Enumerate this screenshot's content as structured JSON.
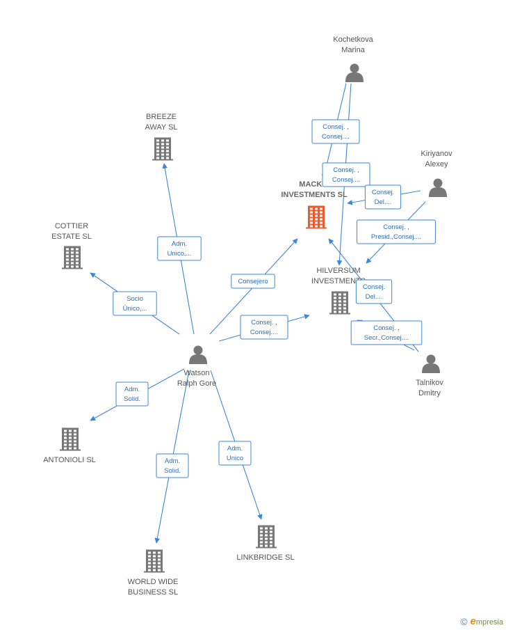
{
  "colors": {
    "edge": "#3d86d8",
    "company": "#777777",
    "company_main": "#ef5a2c",
    "person": "#777777"
  },
  "nodes": [
    {
      "id": "kochetkova",
      "type": "person",
      "lines": [
        "Kochetkova",
        "Marina"
      ]
    },
    {
      "id": "kiriyanov",
      "type": "person",
      "lines": [
        "Kiriyanov",
        "Alexey"
      ]
    },
    {
      "id": "talnikov",
      "type": "person",
      "lines": [
        "Talnikov",
        "Dmitry"
      ]
    },
    {
      "id": "watson",
      "type": "person",
      "lines": [
        "Watson",
        "Ralph Gore"
      ]
    },
    {
      "id": "mackis",
      "type": "company",
      "main": true,
      "lines": [
        "MACKIS",
        "INVESTMENTS SL"
      ]
    },
    {
      "id": "hilversum",
      "type": "company",
      "lines": [
        "HILVERSUM",
        "INVESTMENTS"
      ]
    },
    {
      "id": "breeze",
      "type": "company",
      "lines": [
        "BREEZE",
        "AWAY  SL"
      ]
    },
    {
      "id": "cottier",
      "type": "company",
      "lines": [
        "COTTIER",
        "ESTATE  SL"
      ]
    },
    {
      "id": "antonioli",
      "type": "company",
      "lines": [
        "ANTONIOLI SL"
      ]
    },
    {
      "id": "worldwide",
      "type": "company",
      "lines": [
        "WORLD WIDE",
        "BUSINESS SL"
      ]
    },
    {
      "id": "linkbridge",
      "type": "company",
      "lines": [
        "LINKBRIDGE SL"
      ]
    }
  ],
  "edges": [
    {
      "from": "kochetkova",
      "to": "mackis",
      "label": [
        "Consej. ,",
        "Consej...."
      ]
    },
    {
      "from": "kochetkova",
      "to": "hilversum",
      "label": [
        "Consej. ,",
        "Consej...."
      ]
    },
    {
      "from": "kiriyanov",
      "to": "mackis",
      "label": [
        "Consej.",
        "Del...."
      ]
    },
    {
      "from": "kiriyanov",
      "to": "hilversum",
      "label": [
        "Consej. ,",
        "Presid.,Consej...."
      ]
    },
    {
      "from": "talnikov",
      "to": "mackis",
      "label": [
        "Consej.",
        "Del...."
      ]
    },
    {
      "from": "talnikov",
      "to": "hilversum",
      "label": [
        "Consej. ,",
        "Secr.,Consej...."
      ]
    },
    {
      "from": "watson",
      "to": "mackis",
      "label": [
        "Consejero"
      ]
    },
    {
      "from": "watson",
      "to": "hilversum",
      "label": [
        "Consej. ,",
        "Consej...."
      ]
    },
    {
      "from": "watson",
      "to": "breeze",
      "label": [
        "Adm.",
        "Unico,..."
      ]
    },
    {
      "from": "watson",
      "to": "cottier",
      "label": [
        "Socio",
        "Único,..."
      ]
    },
    {
      "from": "watson",
      "to": "antonioli",
      "label": [
        "Adm.",
        "Solid."
      ]
    },
    {
      "from": "watson",
      "to": "worldwide",
      "label": [
        "Adm.",
        "Solid."
      ]
    },
    {
      "from": "watson",
      "to": "linkbridge",
      "label": [
        "Adm.",
        "Unico"
      ]
    }
  ],
  "brand": {
    "copyright": "©",
    "name_initial": "e",
    "name_rest": "mpresia"
  }
}
